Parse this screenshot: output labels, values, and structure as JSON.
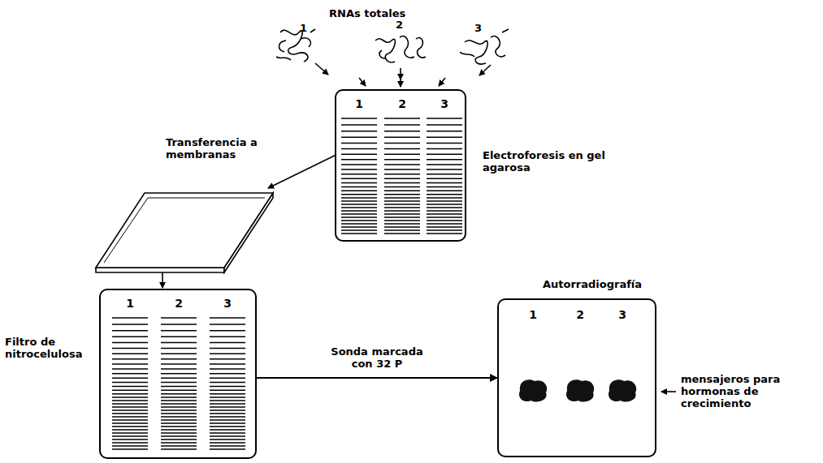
{
  "diagram": {
    "nodes": [
      {
        "text": [
          "1",
          "2",
          "3",
          "Electroforesis en gel agarosa"
        ]
      },
      {
        "text": [
          "1",
          "2",
          "3",
          "Filtro de nitrocelulosa"
        ]
      },
      {
        "text": [
          "Autorradiografía",
          "1",
          "2",
          "3"
        ]
      }
    ],
    "edges": [
      {
        "from": 1,
        "to": 2,
        "arrow": "to",
        "label": "Sonda marcada con 32 P"
      }
    ],
    "labels": [
      "RNAs totales",
      "1",
      "2",
      "3",
      "Transferencia a membranas",
      "mensajeros para hormonas de crecimiento"
    ]
  }
}
